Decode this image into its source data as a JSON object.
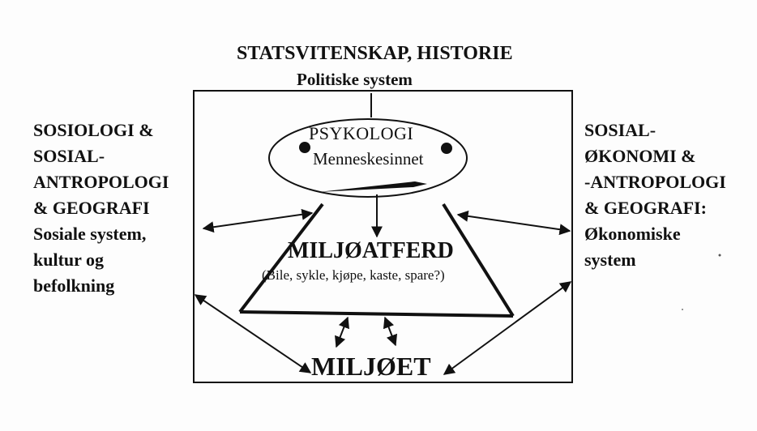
{
  "top": {
    "title": "STATSVITENSKAP, HISTORIE",
    "subtitle": "Politiske system"
  },
  "left": {
    "lines": [
      "SOSIOLOGI &",
      "SOSIAL-",
      "ANTROPOLOGI",
      "& GEOGRAFI",
      "Sosiale system,",
      "kultur og",
      "befolkning"
    ]
  },
  "right": {
    "lines": [
      "SOSIAL-",
      "ØKONOMI &",
      "-ANTROPOLOGI",
      "& GEOGRAFI:",
      "Økonomiske",
      "system"
    ]
  },
  "psychology": {
    "title": "PSYKOLOGI",
    "subtitle": "Menneskesinnet"
  },
  "behaviour": {
    "title": "MILJØATFERD",
    "subtitle": "(Bile, sykle, kjøpe, kaste, spare?)"
  },
  "environment": {
    "title": "MILJØET"
  },
  "colors": {
    "ink": "#111111",
    "background": "#fdfdfd"
  }
}
